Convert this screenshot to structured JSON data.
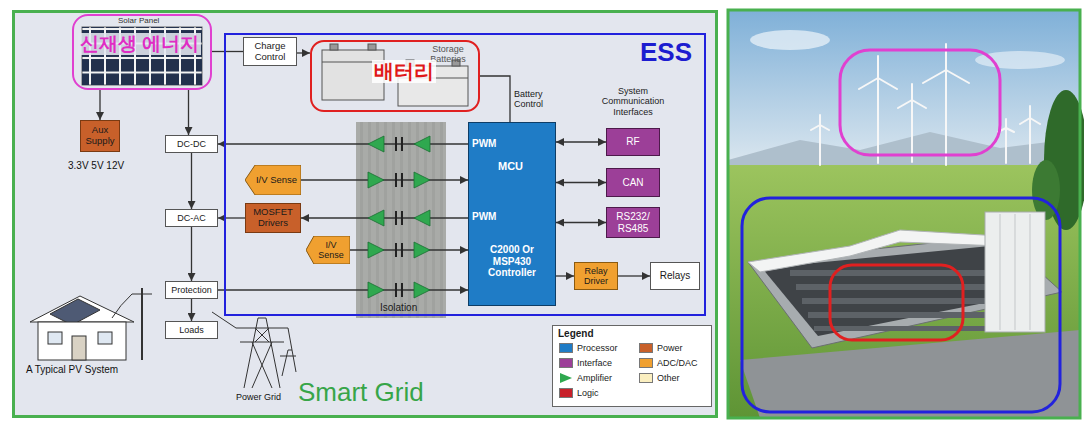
{
  "diagram": {
    "nodes": [
      {
        "text": [
          "Smart Grid"
        ]
      },
      {
        "text": [
          "ESS"
        ],
        "in": 0
      },
      {
        "text": [
          "Solar Panel",
          "신재생 에너지"
        ],
        "in": 0
      },
      {
        "text": [
          "Charge Control"
        ],
        "in": 1
      },
      {
        "text": [
          "Storage Batteries",
          "배터리"
        ],
        "in": 1
      },
      {
        "text": [
          "Aux Supply"
        ],
        "in": 0
      },
      {
        "text": [
          "DC-DC"
        ],
        "in": 0
      },
      {
        "text": [
          "DC-AC"
        ],
        "in": 0
      },
      {
        "text": [
          "Protection"
        ],
        "in": 0
      },
      {
        "text": [
          "Loads"
        ],
        "in": 0
      },
      {
        "text": [
          "I/V Sense"
        ],
        "in": 1
      },
      {
        "text": [
          "MOSFET Drivers"
        ],
        "in": 1
      },
      {
        "text": [
          "I/V Sense"
        ],
        "in": 1
      },
      {
        "text": [
          "Isolation"
        ],
        "in": 1
      },
      {
        "text": [
          "PWM",
          "MCU",
          "PWM",
          "C2000 Or MSP430 Controller"
        ],
        "in": 1
      },
      {
        "text": [
          "RF"
        ],
        "in": 1
      },
      {
        "text": [
          "CAN"
        ],
        "in": 1
      },
      {
        "text": [
          "RS232/ RS485"
        ],
        "in": 1
      },
      {
        "text": [
          "Relay Driver"
        ],
        "in": 1
      },
      {
        "text": [
          "Relays"
        ],
        "in": 1
      },
      {
        "text": [
          "Legend"
        ],
        "in": 0
      }
    ],
    "edges": [
      {
        "from": 2,
        "to": 3,
        "arrow": "none"
      },
      {
        "from": 3,
        "to": 4,
        "arrow": "to"
      },
      {
        "from": 4,
        "to": 14,
        "arrow": "none",
        "label": "Battery Control"
      },
      {
        "from": 2,
        "to": 5,
        "arrow": "to"
      },
      {
        "from": 2,
        "to": 6,
        "arrow": "to"
      },
      {
        "from": 6,
        "to": 7,
        "arrow": "to"
      },
      {
        "from": 7,
        "to": 8,
        "arrow": "to"
      },
      {
        "from": 8,
        "to": 9,
        "arrow": "to"
      },
      {
        "from": 14,
        "to": 6,
        "arrow": "to"
      },
      {
        "from": 10,
        "to": 14,
        "arrow": "to"
      },
      {
        "from": 14,
        "to": 11,
        "arrow": "to"
      },
      {
        "from": 11,
        "to": 7,
        "arrow": "to"
      },
      {
        "from": 12,
        "to": 14,
        "arrow": "to"
      },
      {
        "from": 8,
        "to": 14,
        "arrow": "to"
      },
      {
        "from": 14,
        "to": 15,
        "arrow": "both"
      },
      {
        "from": 14,
        "to": 16,
        "arrow": "both"
      },
      {
        "from": 14,
        "to": 17,
        "arrow": "both"
      },
      {
        "from": 14,
        "to": 18,
        "arrow": "to"
      },
      {
        "from": 18,
        "to": 19,
        "arrow": "to"
      }
    ],
    "labels": [
      "System Communication Interfaces",
      "3.3V 5V 12V",
      "A Typical PV System",
      "Power Grid"
    ],
    "legend": [
      {
        "text": "Processor",
        "color": "#1f7cc6"
      },
      {
        "text": "Interface",
        "color": "#9c3f98"
      },
      {
        "text": "Amplifier"
      },
      {
        "text": "Logic",
        "color": "#c8202a"
      },
      {
        "text": "Power",
        "color": "#c8602a"
      },
      {
        "text": "ADC/DAC",
        "color": "#f0a030"
      },
      {
        "text": "Other",
        "color": "#fbefc0"
      }
    ]
  }
}
